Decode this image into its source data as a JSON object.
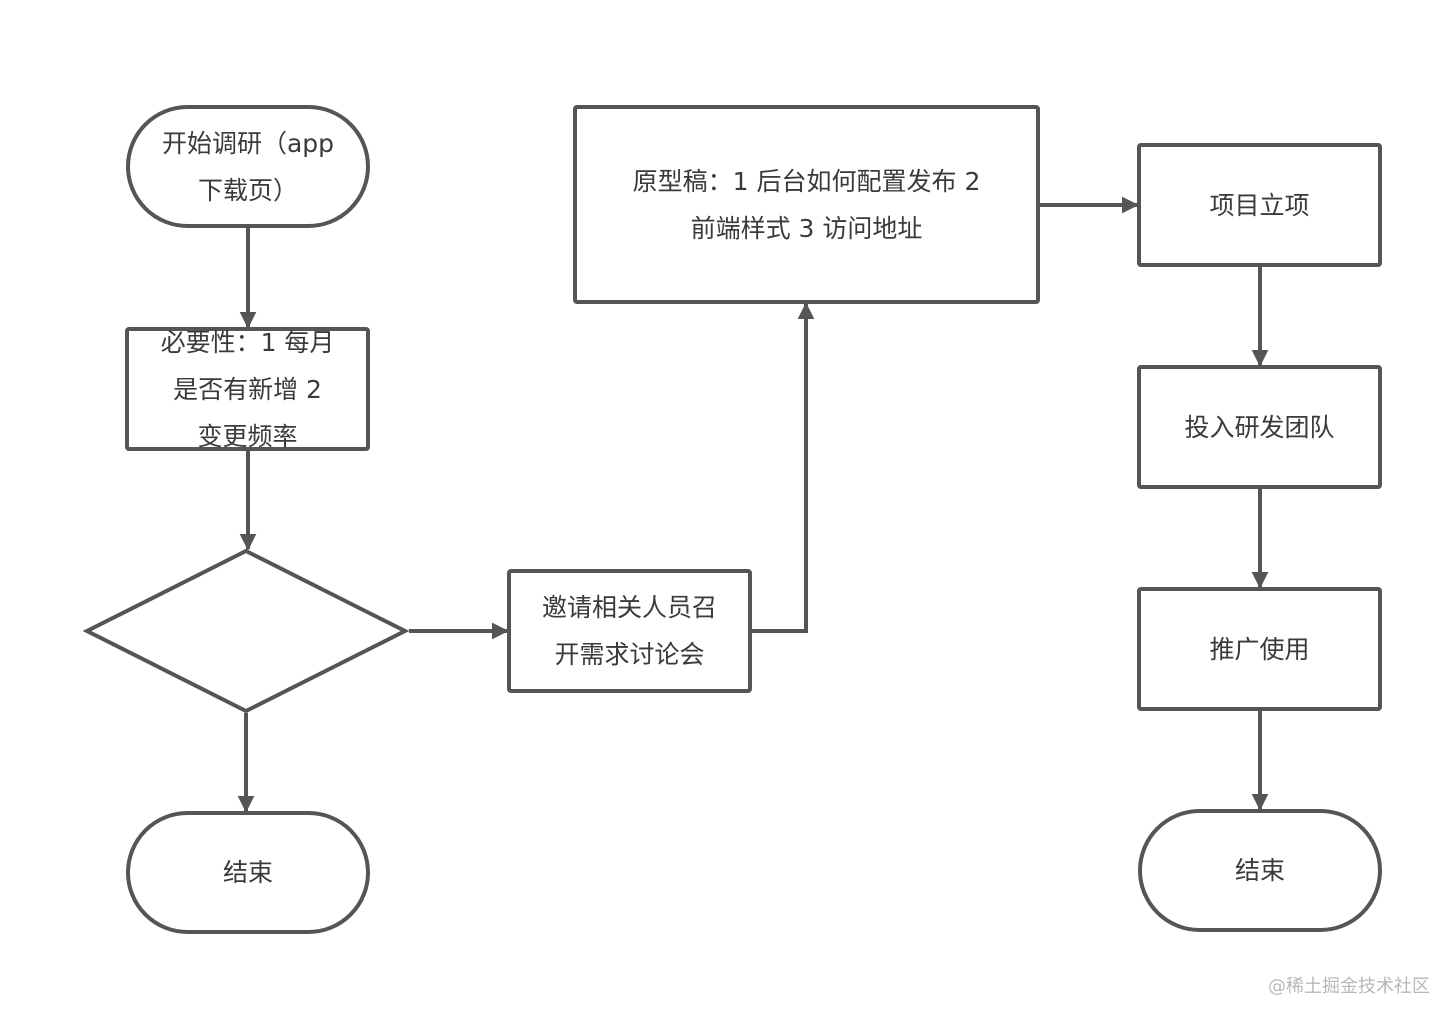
{
  "diagram": {
    "stroke_color": "#555555",
    "text_color": "#3a3a3a",
    "nodes": [
      {
        "id": "start",
        "shape": "terminator",
        "label": "开始调研（app 下载页）"
      },
      {
        "id": "necessity",
        "shape": "process",
        "label": "必要性：1 每月是否有新增 2 变更频率"
      },
      {
        "id": "decision",
        "shape": "decision",
        "label": ""
      },
      {
        "id": "end-left",
        "shape": "terminator",
        "label": "结束"
      },
      {
        "id": "meeting",
        "shape": "process",
        "label": "邀请相关人员召开需求讨论会"
      },
      {
        "id": "prototype",
        "shape": "process",
        "label": "原型稿：1 后台如何配置发布 2 前端样式 3 访问地址"
      },
      {
        "id": "project-setup",
        "shape": "process",
        "label": "项目立项"
      },
      {
        "id": "dev-team",
        "shape": "process",
        "label": "投入研发团队"
      },
      {
        "id": "promote",
        "shape": "process",
        "label": "推广使用"
      },
      {
        "id": "end-right",
        "shape": "terminator",
        "label": "结束"
      }
    ],
    "edges": [
      {
        "from": "start",
        "to": "necessity"
      },
      {
        "from": "necessity",
        "to": "decision"
      },
      {
        "from": "decision",
        "to": "end-left"
      },
      {
        "from": "decision",
        "to": "meeting"
      },
      {
        "from": "meeting",
        "to": "prototype"
      },
      {
        "from": "prototype",
        "to": "project-setup"
      },
      {
        "from": "project-setup",
        "to": "dev-team"
      },
      {
        "from": "dev-team",
        "to": "promote"
      },
      {
        "from": "promote",
        "to": "end-right"
      }
    ]
  },
  "labels": {
    "start": "开始调研（app\n下载页）",
    "necessity": "必要性：1 每月\n是否有新增 2\n变更频率",
    "end_left": "结束",
    "meeting": "邀请相关人员召\n开需求讨论会",
    "prototype": "原型稿：1 后台如何配置发布 2\n前端样式 3 访问地址",
    "project_setup": "项目立项",
    "dev_team": "投入研发团队",
    "promote": "推广使用",
    "end_right": "结束"
  },
  "watermark": "@稀土掘金技术社区"
}
